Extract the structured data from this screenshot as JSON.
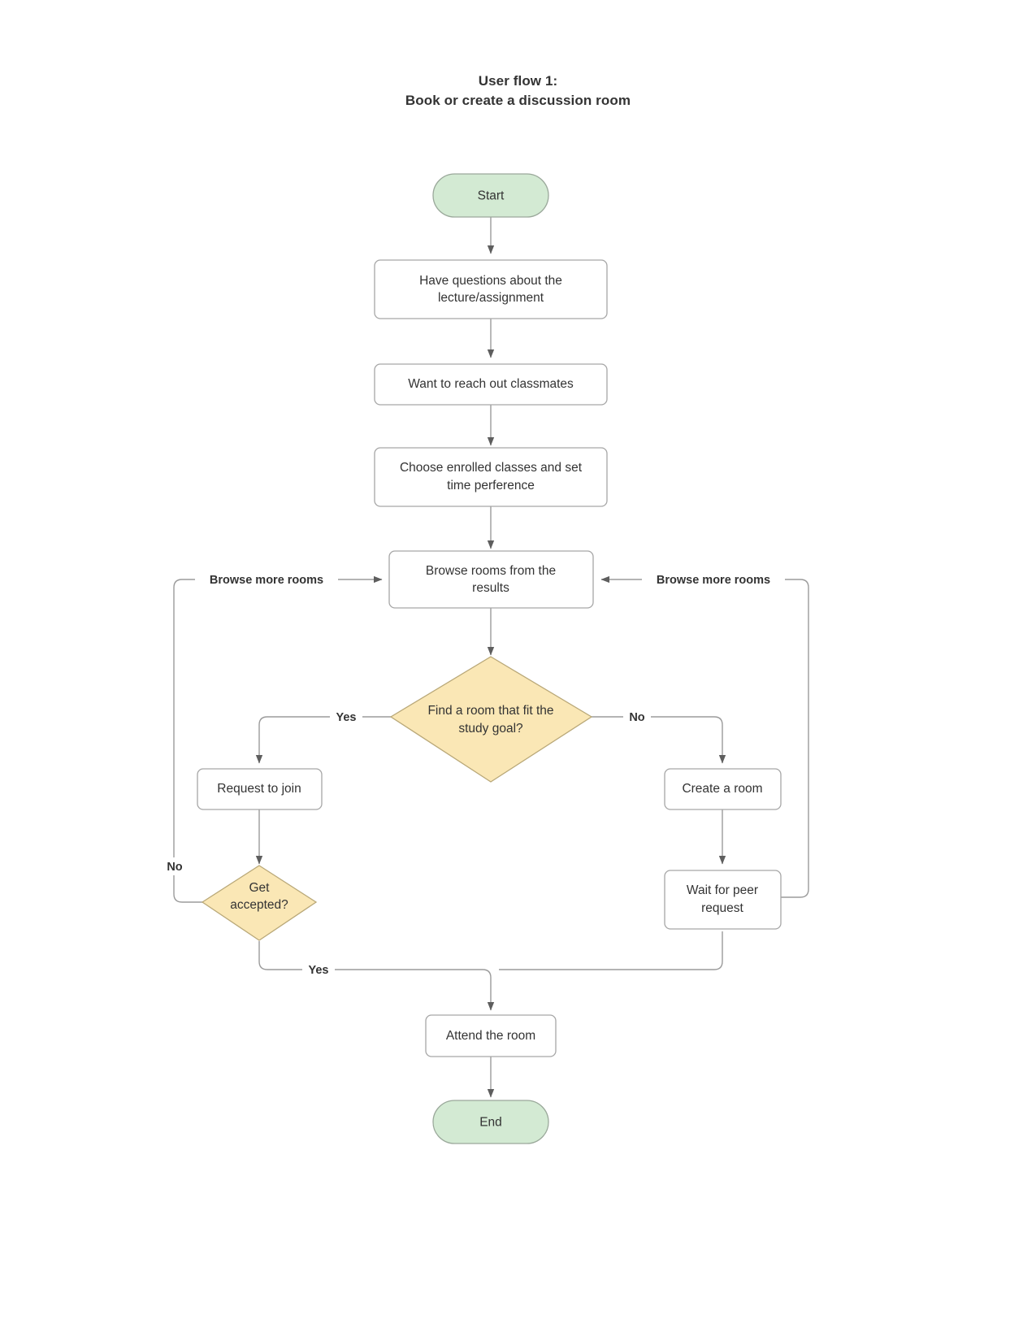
{
  "title": {
    "line1": "User flow 1:",
    "line2": "Book or create a discussion room"
  },
  "colors": {
    "terminal_fill": "#d3ead3",
    "terminal_stroke": "#9aa89a",
    "process_fill": "#ffffff",
    "process_stroke": "#a6a6a6",
    "decision_fill": "#fae7b5",
    "decision_stroke": "#b9a878",
    "edge_stroke": "#9b9b9b",
    "text": "#333333",
    "background": "#ffffff"
  },
  "chart_data": {
    "type": "diagram",
    "diagram_kind": "flowchart",
    "title": "User flow 1: Book or create a discussion room",
    "orientation": "top-to-bottom",
    "nodes": [
      {
        "id": "start",
        "shape": "terminal",
        "label": "Start"
      },
      {
        "id": "questions",
        "shape": "process",
        "label": "Have questions about the lecture/assignment",
        "line1": "Have questions about the",
        "line2": "lecture/assignment"
      },
      {
        "id": "reachout",
        "shape": "process",
        "label": "Want to reach out classmates",
        "line1": "Want to reach out classmates",
        "line2": ""
      },
      {
        "id": "choose",
        "shape": "process",
        "label": "Choose enrolled classes and set time perference",
        "line1": "Choose enrolled classes and set",
        "line2": "time perference"
      },
      {
        "id": "browse",
        "shape": "process",
        "label": "Browse rooms from the results",
        "line1": "Browse rooms from the",
        "line2": "results"
      },
      {
        "id": "findroom",
        "shape": "decision",
        "label": "Find a room that fit the study goal?",
        "line1": "Find a room that fit the",
        "line2": "study goal?"
      },
      {
        "id": "request",
        "shape": "process",
        "label": "Request to join",
        "line1": "Request to join",
        "line2": ""
      },
      {
        "id": "accepted",
        "shape": "decision",
        "label": "Get accepted?",
        "line1": "Get",
        "line2": "accepted?"
      },
      {
        "id": "createroom",
        "shape": "process",
        "label": "Create a room",
        "line1": "Create a room",
        "line2": ""
      },
      {
        "id": "waitpeer",
        "shape": "process",
        "label": "Wait for peer request",
        "line1": "Wait for peer",
        "line2": "request"
      },
      {
        "id": "attend",
        "shape": "process",
        "label": "Attend the room",
        "line1": "Attend the room",
        "line2": ""
      },
      {
        "id": "end",
        "shape": "terminal",
        "label": "End"
      }
    ],
    "edges": [
      {
        "from": "start",
        "to": "questions",
        "label": ""
      },
      {
        "from": "questions",
        "to": "reachout",
        "label": ""
      },
      {
        "from": "reachout",
        "to": "choose",
        "label": ""
      },
      {
        "from": "choose",
        "to": "browse",
        "label": ""
      },
      {
        "from": "browse",
        "to": "findroom",
        "label": ""
      },
      {
        "from": "findroom",
        "to": "request",
        "label": "Yes"
      },
      {
        "from": "findroom",
        "to": "createroom",
        "label": "No"
      },
      {
        "from": "request",
        "to": "accepted",
        "label": ""
      },
      {
        "from": "accepted",
        "to": "browse",
        "label": "No"
      },
      {
        "from": "accepted",
        "to": "attend",
        "label": "Yes"
      },
      {
        "from": "createroom",
        "to": "waitpeer",
        "label": ""
      },
      {
        "from": "waitpeer",
        "to": "browse",
        "label": "Browse more rooms"
      },
      {
        "from": "waitpeer",
        "to": "attend",
        "label": ""
      },
      {
        "from": "attend",
        "to": "end",
        "label": ""
      }
    ],
    "edge_labels": {
      "browse_more_left": "Browse more rooms",
      "browse_more_right": "Browse more rooms",
      "yes_find": "Yes",
      "no_find": "No",
      "no_accepted": "No",
      "yes_accepted": "Yes"
    }
  }
}
